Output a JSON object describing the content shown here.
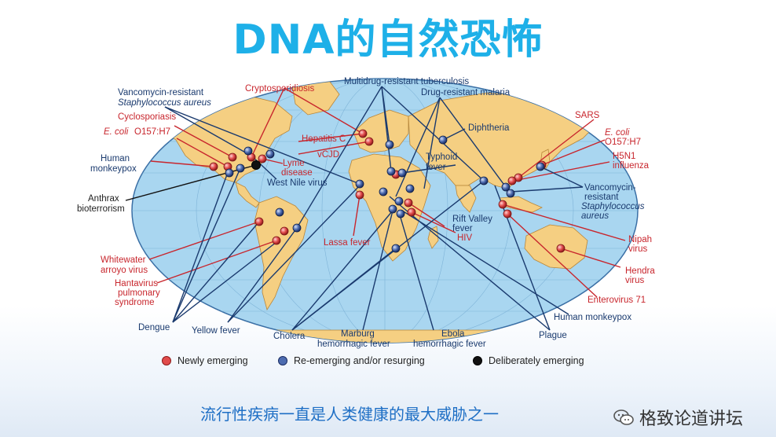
{
  "title": "DNA的自然恐怖",
  "subtitle": "流行性疾病一直是人类健康的最大威胁之一",
  "brand": {
    "name": "格致论道讲坛",
    "icon": "wechat-icon"
  },
  "legend": {
    "newly": "Newly emerging",
    "reemerging": "Re-emerging and/or resurging",
    "deliberate": "Deliberately emerging"
  },
  "colors": {
    "newly": "#e14b4b",
    "reemerging": "#4d6cb0",
    "deliberate": "#111111",
    "ocean": "#a9d6f0",
    "land": "#f5cf82"
  },
  "labels": {
    "vanco_left_1": "Vancomycin-resistant",
    "vanco_left_2": "Staphylococcus aureus",
    "cyclosporiasis": "Cyclosporiasis",
    "ecoli_left_1": "E. coli",
    "ecoli_left_2": "O157:H7",
    "human_monkeypox_left_1": "Human",
    "human_monkeypox_left_2": "monkeypox",
    "anthrax_1": "Anthrax",
    "anthrax_2": "bioterrorism",
    "whitewater_1": "Whitewater",
    "whitewater_2": "arroyo virus",
    "hantavirus_1": "Hantavirus",
    "hantavirus_2": "pulmonary",
    "hantavirus_3": "syndrome",
    "dengue": "Dengue",
    "yellow_fever": "Yellow fever",
    "cholera": "Cholera",
    "marburg_1": "Marburg",
    "marburg_2": "hemorrhagic fever",
    "ebola_1": "Ebola",
    "ebola_2": "hemorrhagic fever",
    "plague": "Plague",
    "human_monkeypox_right": "Human monkeypox",
    "enterovirus": "Enterovirus 71",
    "hendra_1": "Hendra",
    "hendra_2": "virus",
    "nipah_1": "Nipah",
    "nipah_2": "virus",
    "vanco_right_1": "Vancomycin-",
    "vanco_right_2": "resistant",
    "vanco_right_3": "Staphylococcus",
    "vanco_right_4": "aureus",
    "h5n1_1": "H5N1",
    "h5n1_2": "influenza",
    "ecoli_right_1": "E. coli",
    "ecoli_right_2": "O157:H7",
    "sars": "SARS",
    "crypto": "Cryptosporidiosis",
    "mdr_tb": "Multidrug-resistant tuberculosis",
    "dr_malaria": "Drug-resistant malaria",
    "hepatitis_c": "Hepatitis C",
    "vcjd": "vCJD",
    "lyme_1": "Lyme",
    "lyme_2": "disease",
    "west_nile": "West Nile virus",
    "diphtheria": "Diphtheria",
    "typhoid_1": "Typhoid",
    "typhoid_2": "fever",
    "rift_1": "Rift Valley",
    "rift_2": "fever",
    "hiv": "HIV",
    "lassa": "Lassa fever"
  }
}
